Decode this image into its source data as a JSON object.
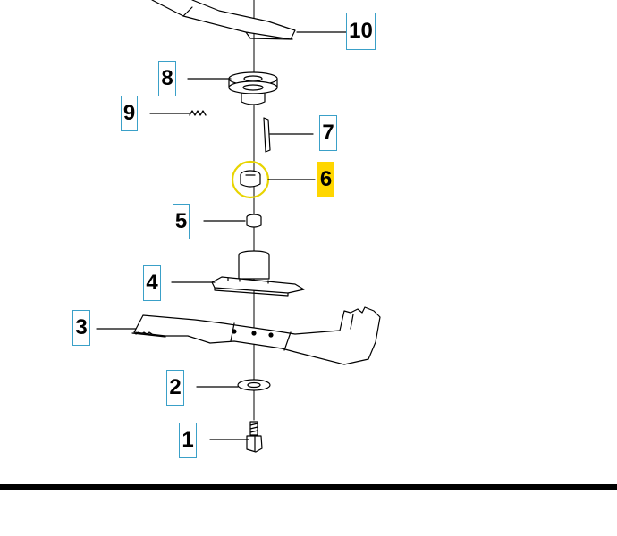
{
  "callouts": [
    {
      "id": "10",
      "label": "10",
      "highlighted": false
    },
    {
      "id": "8",
      "label": "8",
      "highlighted": false
    },
    {
      "id": "9",
      "label": "9",
      "highlighted": false
    },
    {
      "id": "7",
      "label": "7",
      "highlighted": false
    },
    {
      "id": "6",
      "label": "6",
      "highlighted": true
    },
    {
      "id": "5",
      "label": "5",
      "highlighted": false
    },
    {
      "id": "4",
      "label": "4",
      "highlighted": false
    },
    {
      "id": "3",
      "label": "3",
      "highlighted": false
    },
    {
      "id": "2",
      "label": "2",
      "highlighted": false
    },
    {
      "id": "1",
      "label": "1",
      "highlighted": false
    }
  ],
  "colors": {
    "callout_border": "#3aa0c8",
    "highlight": "#ffd600",
    "highlight_ring": "#e8d400",
    "line": "#000000"
  }
}
